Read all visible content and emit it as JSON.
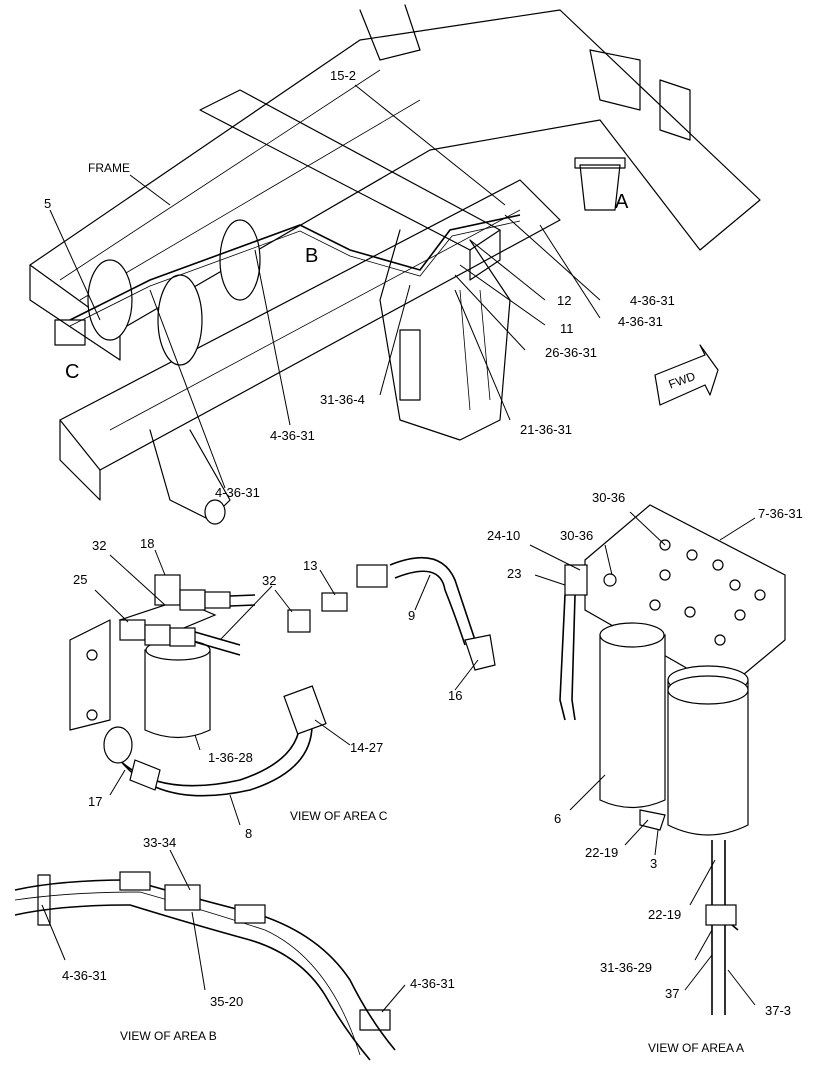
{
  "labels": {
    "frame": "FRAME",
    "l5": "5",
    "l15_2": "15-2",
    "areaA": "A",
    "areaB": "B",
    "areaC": "C",
    "l12": "12",
    "l11": "11",
    "l4_36_31_a": "4-36-31",
    "l4_36_31_b": "4-36-31",
    "l26_36_31": "26-36-31",
    "l31_36_4": "31-36-4",
    "l4_36_31_c": "4-36-31",
    "l21_36_31": "21-36-31",
    "l4_36_31_d": "4-36-31",
    "fwd": "FWD",
    "c32a": "32",
    "c18": "18",
    "c25": "25",
    "c13": "13",
    "c32b": "32",
    "c9": "9",
    "c16": "16",
    "c14_27": "14-27",
    "c1_36_28": "1-36-28",
    "c17": "17",
    "c8": "8",
    "viewC": "VIEW OF AREA C",
    "a30_36a": "30-36",
    "a7_36_31": "7-36-31",
    "a24_10": "24-10",
    "a30_36b": "30-36",
    "a23": "23",
    "a6": "6",
    "a22_19a": "22-19",
    "a3": "3",
    "a22_19b": "22-19",
    "a31_36_29": "31-36-29",
    "a37": "37",
    "a37_3": "37-3",
    "viewA": "VIEW OF AREA A",
    "b33_34": "33-34",
    "b4_36_31a": "4-36-31",
    "b35_20": "35-20",
    "b4_36_31b": "4-36-31",
    "viewB": "VIEW OF AREA B"
  }
}
